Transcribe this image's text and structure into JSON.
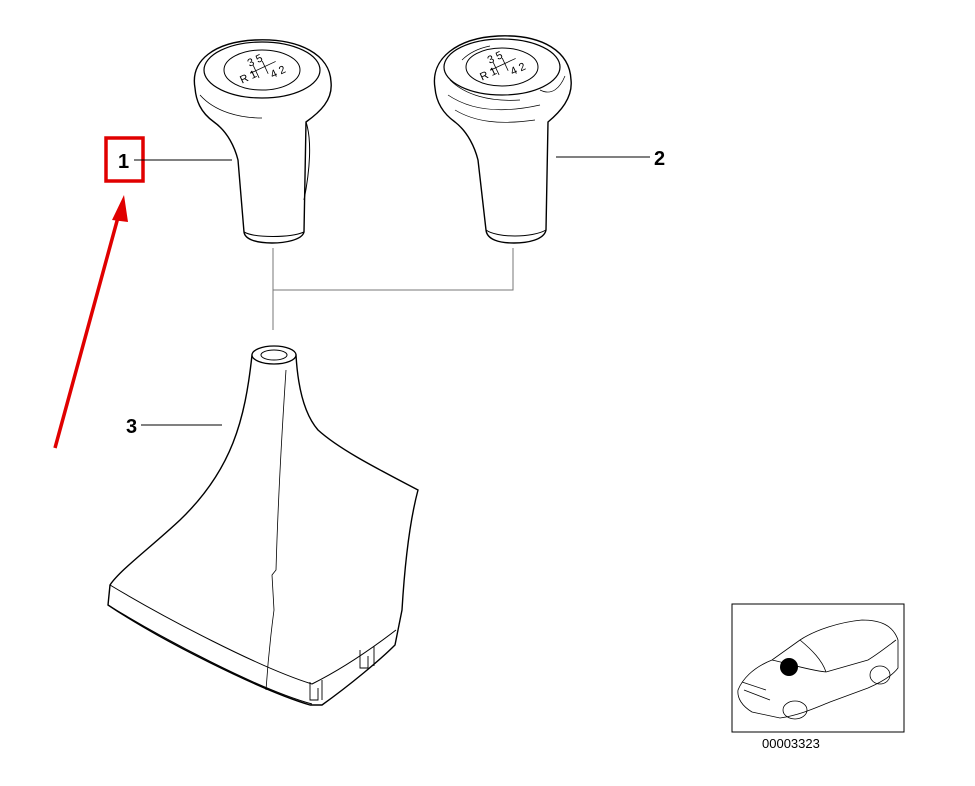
{
  "diagram": {
    "callouts": [
      {
        "id": "1",
        "label": "1",
        "highlighted": true
      },
      {
        "id": "2",
        "label": "2",
        "highlighted": false
      },
      {
        "id": "3",
        "label": "3",
        "highlighted": false
      }
    ],
    "shift_pattern": {
      "top": "3 5",
      "left": "R 1",
      "right": "4 2"
    },
    "thumbnail": {
      "code": "00003323"
    },
    "colors": {
      "highlight": "#e00000",
      "line": "#000000",
      "background": "#ffffff"
    }
  }
}
